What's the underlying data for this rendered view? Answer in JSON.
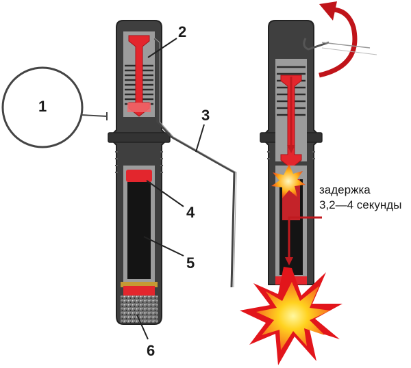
{
  "labels": {
    "ring": "1",
    "striker": "2",
    "lever": "3",
    "primer": "4",
    "delay_column": "5",
    "detonator": "6"
  },
  "annotation": {
    "line1": "задержка",
    "line2": "3,2—4 секунды"
  },
  "colors": {
    "body": "#3d3d3d",
    "inner": "#a5a5a5",
    "red": "#e2252c",
    "pink": "#f0686c",
    "fuse_black": "#151515",
    "blast_orange": "#f7931e",
    "blast_yellow": "#ffe24a",
    "rotation_arrow": "#c0141a"
  }
}
